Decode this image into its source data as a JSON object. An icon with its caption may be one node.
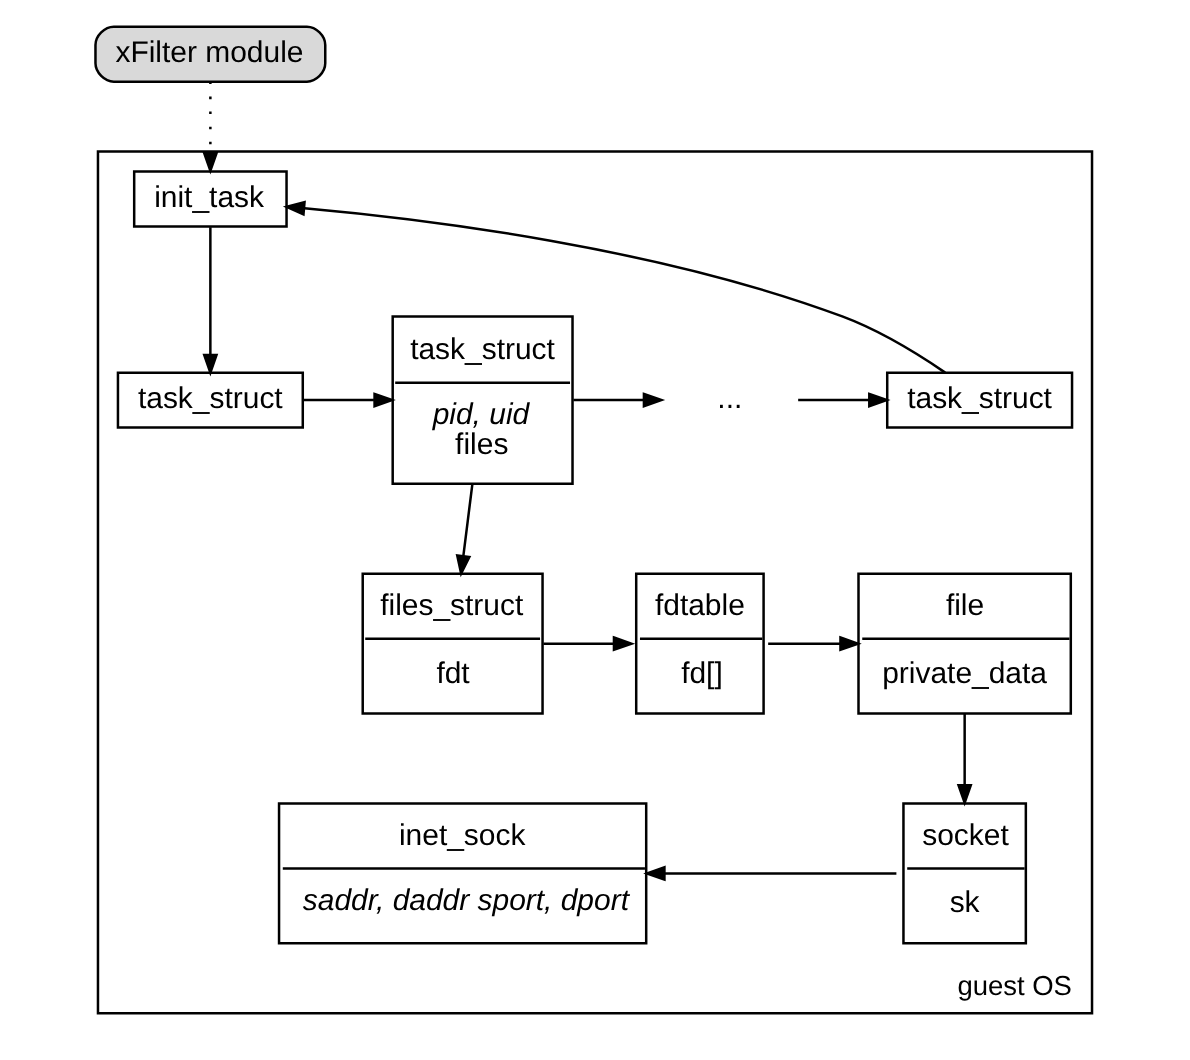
{
  "diagram": {
    "nodes": [
      {
        "text": [
          "xFilter module"
        ]
      },
      {
        "text": [
          "guest OS"
        ]
      },
      {
        "text": [
          "init_task"
        ],
        "in": 1
      },
      {
        "text": [
          "task_struct"
        ],
        "in": 1
      },
      {
        "text": [
          "task_struct",
          "pid, uid",
          "files"
        ],
        "in": 1
      },
      {
        "text": [
          "..."
        ],
        "in": 1
      },
      {
        "text": [
          "task_struct"
        ],
        "in": 1
      },
      {
        "text": [
          "files_struct",
          "fdt"
        ],
        "in": 1
      },
      {
        "text": [
          "fdtable",
          "fd[]"
        ],
        "in": 1
      },
      {
        "text": [
          "file",
          "private_data"
        ],
        "in": 1
      },
      {
        "text": [
          "inet_sock",
          "saddr, daddr sport, dport"
        ],
        "in": 1
      },
      {
        "text": [
          "socket",
          "sk"
        ],
        "in": 1
      }
    ],
    "edges": [
      {
        "from": 0,
        "to": 2,
        "arrow": "to",
        "style": "dashed"
      },
      {
        "from": 2,
        "to": 3,
        "arrow": "to"
      },
      {
        "from": 3,
        "to": 4,
        "arrow": "to"
      },
      {
        "from": 4,
        "to": 5,
        "arrow": "to"
      },
      {
        "from": 5,
        "to": 6,
        "arrow": "to"
      },
      {
        "from": 6,
        "to": 2,
        "arrow": "to"
      },
      {
        "from": 4,
        "to": 7,
        "arrow": "to"
      },
      {
        "from": 7,
        "to": 8,
        "arrow": "to"
      },
      {
        "from": 8,
        "to": 9,
        "arrow": "to"
      },
      {
        "from": 9,
        "to": 11,
        "arrow": "to"
      },
      {
        "from": 11,
        "to": 10,
        "arrow": "to"
      }
    ]
  }
}
